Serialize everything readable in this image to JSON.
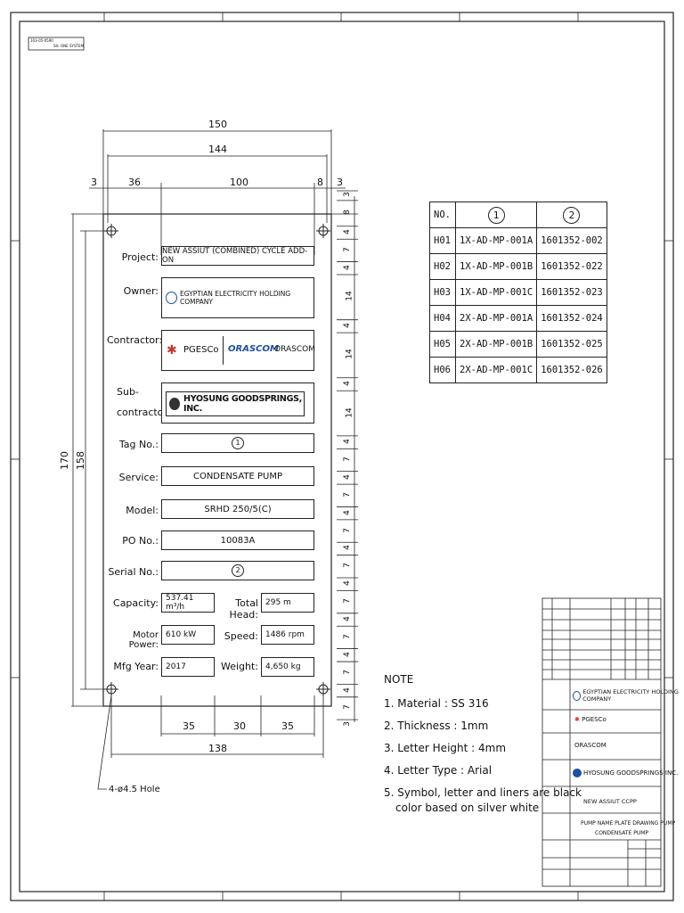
{
  "header": {
    "stamp_line1": "103-05-0590",
    "stamp_line2": "SH. ONE SYSTEM"
  },
  "dimensions": {
    "total_width": "150",
    "inner_width": "144",
    "margin_left": "3",
    "label_width": "36",
    "field_width": "100",
    "right_gap": "8",
    "margin_right": "3",
    "total_height": "170",
    "inner_height": "158",
    "bottom_a": "35",
    "bottom_b": "30",
    "bottom_c": "35",
    "bottom_span": "138",
    "hole_note": "4-ø4.5 Hole",
    "right_col": [
      "3",
      "8",
      "4",
      "7",
      "4",
      "14",
      "4",
      "14",
      "4",
      "14",
      "4",
      "7",
      "4",
      "7",
      "4",
      "7",
      "4",
      "7",
      "4",
      "7",
      "4",
      "7",
      "4",
      "7",
      "4",
      "7",
      "3"
    ]
  },
  "plate": {
    "project_label": "Project:",
    "project_value": "NEW ASSIUT (COMBINED) CYCLE ADD-ON",
    "owner_label": "Owner:",
    "owner_value": "EGYPTIAN ELECTRICITY HOLDING COMPANY",
    "contractor_label": "Contractor:",
    "contractor_pgesco": "PGESCo",
    "contractor_orascom_logo": "ORASCOM",
    "contractor_orascom": "ORASCOM",
    "subcontractor_label1": "Sub-",
    "subcontractor_label2": "contractor:",
    "subcontractor_value": "HYOSUNG GOODSPRINGS, INC.",
    "tag_label": "Tag No.:",
    "tag_value": "1",
    "service_label": "Service:",
    "service_value": "CONDENSATE PUMP",
    "model_label": "Model:",
    "model_value": "SRHD 250/5(C)",
    "po_label": "PO No.:",
    "po_value": "10083A",
    "serial_label": "Serial No.:",
    "serial_value": "2",
    "capacity_label": "Capacity:",
    "capacity_value": "537.41 m³/h",
    "head_label": "Total Head:",
    "head_value": "295 m",
    "motor_label": "Motor Power:",
    "motor_value": "610 kW",
    "speed_label": "Speed:",
    "speed_value": "1486 rpm",
    "mfg_label": "Mfg Year:",
    "mfg_value": "2017",
    "weight_label": "Weight:",
    "weight_value": "4,650 kg"
  },
  "table": {
    "headers": [
      "NO.",
      "1",
      "2"
    ],
    "rows": [
      [
        "H01",
        "1X-AD-MP-001A",
        "1601352-002"
      ],
      [
        "H02",
        "1X-AD-MP-001B",
        "1601352-022"
      ],
      [
        "H03",
        "1X-AD-MP-001C",
        "1601352-023"
      ],
      [
        "H04",
        "2X-AD-MP-001A",
        "1601352-024"
      ],
      [
        "H05",
        "2X-AD-MP-001B",
        "1601352-025"
      ],
      [
        "H06",
        "2X-AD-MP-001C",
        "1601352-026"
      ]
    ]
  },
  "notes": {
    "title": "NOTE",
    "items": [
      "1. Material : SS 316",
      "2. Thickness : 1mm",
      "3. Letter Height : 4mm",
      "4. Letter Type : Arial",
      "5. Symbol, letter and liners are black",
      "color based on silver white"
    ]
  },
  "title_block": {
    "owner": "EGYPTIAN ELECTRICITY HOLDING COMPANY",
    "engineer": "PGESCo",
    "contractor": "ORASCOM",
    "subcontractor": "HYOSUNG GOODSPRINGS INC.",
    "project": "NEW ASSIUT CCPP",
    "drawing_title1": "PUMP NAME PLATE DRAWING PUMP",
    "drawing_title2": "CONDENSATE PUMP"
  }
}
